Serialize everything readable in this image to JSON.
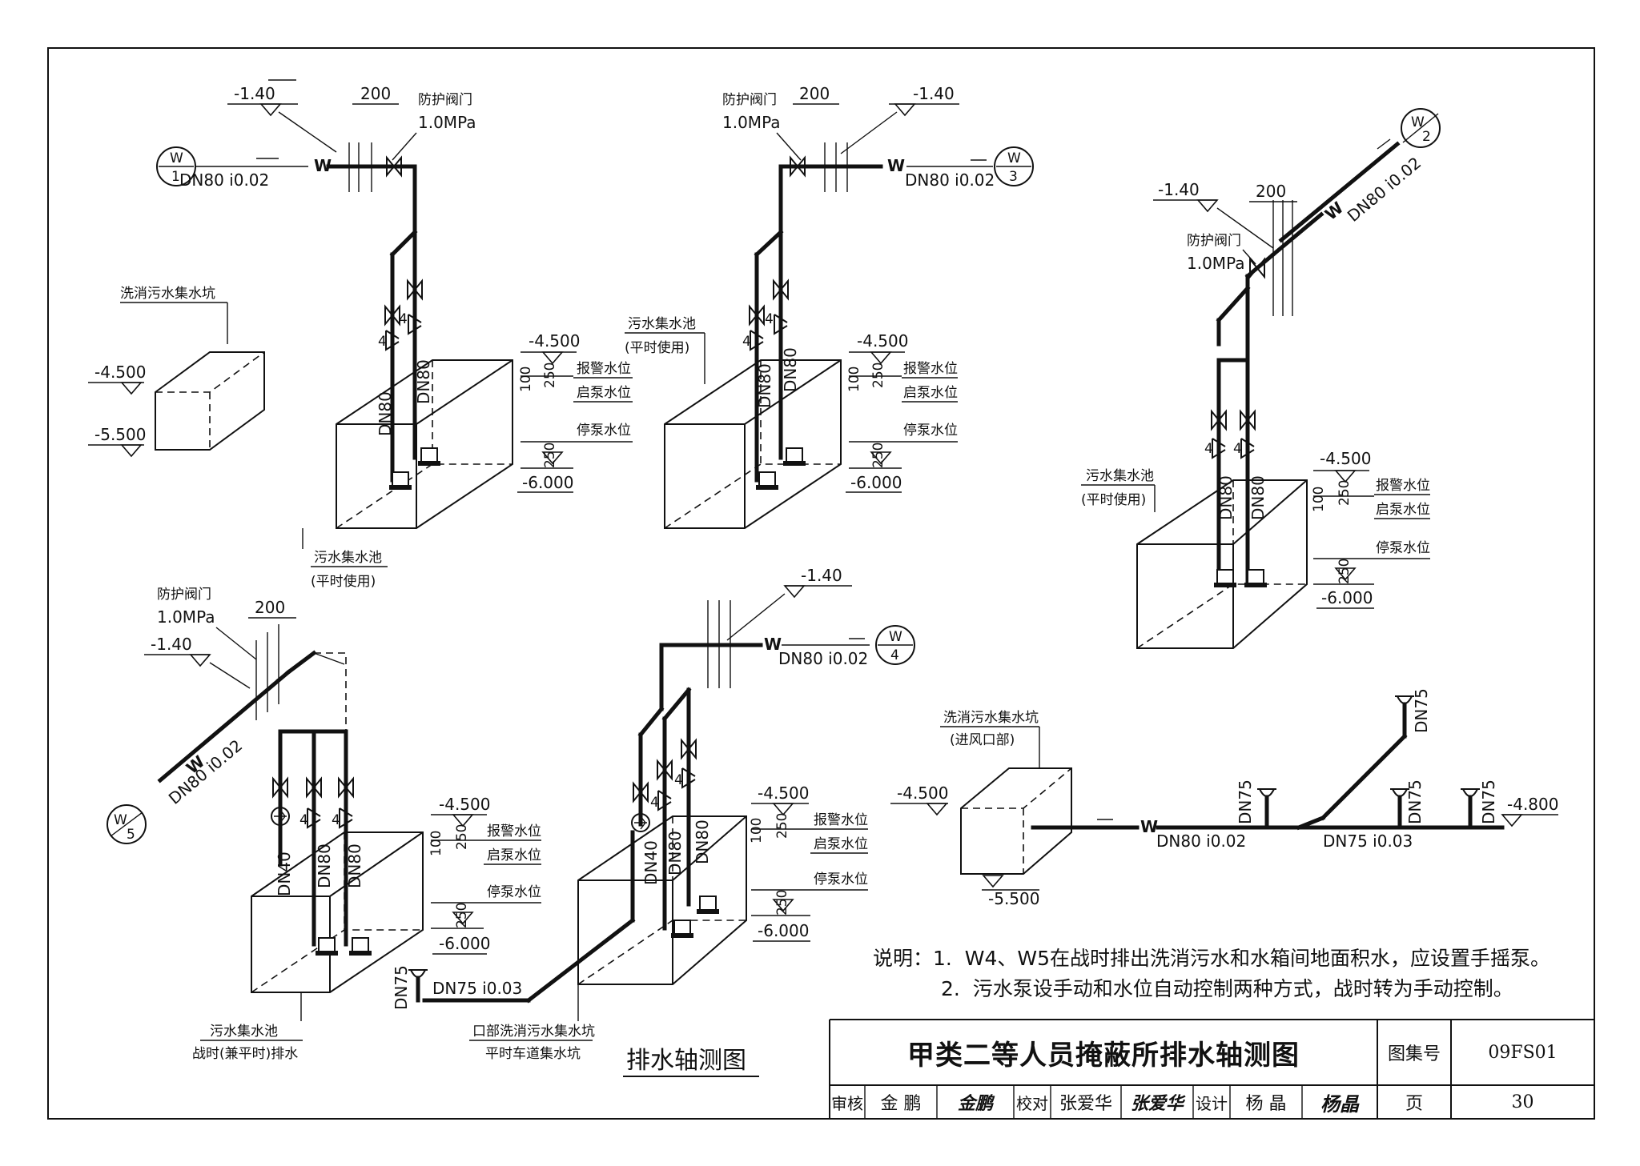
{
  "labels": {
    "valve": "防护阀门",
    "pressure": "1.0MPa",
    "dim200": "200",
    "elev_m140": "-1.40",
    "elev_m4500": "-4.500",
    "elev_m5500": "-5.500",
    "elev_m6000": "-6.000",
    "elev_m4800": "-4.800",
    "elev_m5500b": "-5.500",
    "dn80_i002": "DN80  i0.02",
    "dn75_i003": "DN75  i0.03",
    "dn80": "DN80",
    "dn75": "DN75",
    "dn40": "DN40",
    "alarm": "报警水位",
    "start": "启泵水位",
    "stop": "停泵水位",
    "d100": "100",
    "d250": "250",
    "w": "W",
    "num4": "4",
    "wash_pit": "洗消污水集水坑",
    "sewage_pool": "污水集水池",
    "peacetime": "(平时使用)",
    "intake": "(进风口部)",
    "wartime_drain": "战时(兼平时)排水",
    "entrance_pit": "口部洗消污水集水坑",
    "garage_pit": "平时车道集水坑"
  },
  "wells": [
    {
      "letter": "W",
      "num": "1"
    },
    {
      "letter": "W",
      "num": "2"
    },
    {
      "letter": "W",
      "num": "3"
    },
    {
      "letter": "W",
      "num": "4"
    },
    {
      "letter": "W",
      "num": "5"
    }
  ],
  "notes": {
    "line1": "说明：1.  W4、W5在战时排出洗消污水和水箱间地面积水，应设置手摇泵。",
    "line2": "2.  污水泵设手动和水位自动控制两种方式，战时转为手动控制。"
  },
  "caption": "排水轴测图",
  "title_block": {
    "title": "甲类二等人员掩蔽所排水轴测图",
    "atlas_label": "图集号",
    "atlas_no": "09FS01",
    "review_label": "审核",
    "review_name": "金 鹏",
    "review_sig": "金鹏",
    "check_label": "校对",
    "check_name": "张爱华",
    "check_sig": "张爱华",
    "design_label": "设计",
    "design_name": "杨 晶",
    "design_sig": "杨晶",
    "page_label": "页",
    "page_no": "30"
  }
}
